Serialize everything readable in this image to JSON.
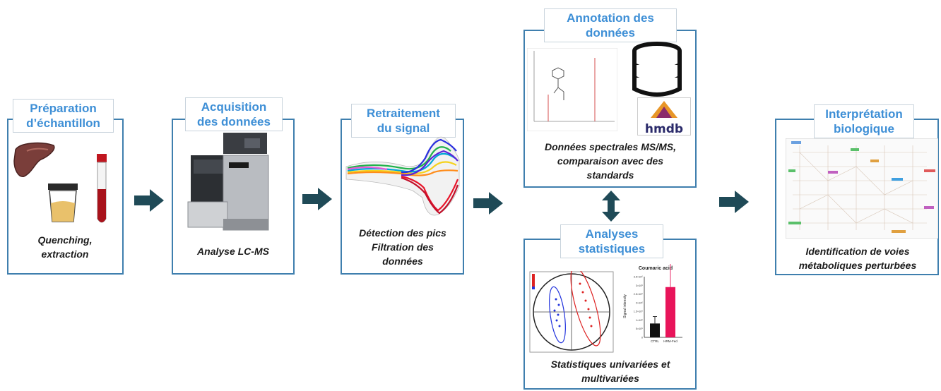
{
  "steps": [
    {
      "title_line1": "Préparation",
      "title_line2": "d’échantillon",
      "caption_line1": "Quenching,",
      "caption_line2": "extraction"
    },
    {
      "title_line1": "Acquisition",
      "title_line2": "des données",
      "caption_line1": "Analyse LC-MS",
      "caption_line2": ""
    },
    {
      "title_line1": "Retraitement",
      "title_line2": "du signal",
      "caption_line1": "Détection des pics",
      "caption_line2": "Filtration des",
      "caption_line3": "données"
    },
    {
      "title_line1": "Annotation des",
      "title_line2": "données",
      "caption_line1": "Données spectrales MS/MS,",
      "caption_line2": "comparaison avec des",
      "caption_line3": "standards"
    },
    {
      "title_line1": "Analyses",
      "title_line2": "statistiques",
      "caption_line1": "Statistiques univariées et",
      "caption_line2": "multivariées"
    },
    {
      "title_line1": "Interprétation",
      "title_line2": "biologique",
      "caption_line1": "Identification de voies",
      "caption_line2": "métaboliques perturbées"
    }
  ],
  "hmdb_logo": "hmdb",
  "bar_chart": {
    "title": "Coumaric acid",
    "ylabel": "Signal intensity",
    "categories": [
      "CTRL",
      "HRM-Fed"
    ],
    "values": [
      80,
      290
    ],
    "errors": [
      40,
      170
    ],
    "colors": [
      "#111111",
      "#e8145a"
    ],
    "ticks": [
      "0",
      "5×10⁵",
      "1×10⁶",
      "1.5×10⁶",
      "2×10⁶",
      "2.5×10⁶",
      "3×10⁶",
      "3.5×10⁶"
    ]
  },
  "colors": {
    "border": "#3f7fae",
    "title": "#3e8fd6",
    "arrow": "#1f4a57"
  }
}
